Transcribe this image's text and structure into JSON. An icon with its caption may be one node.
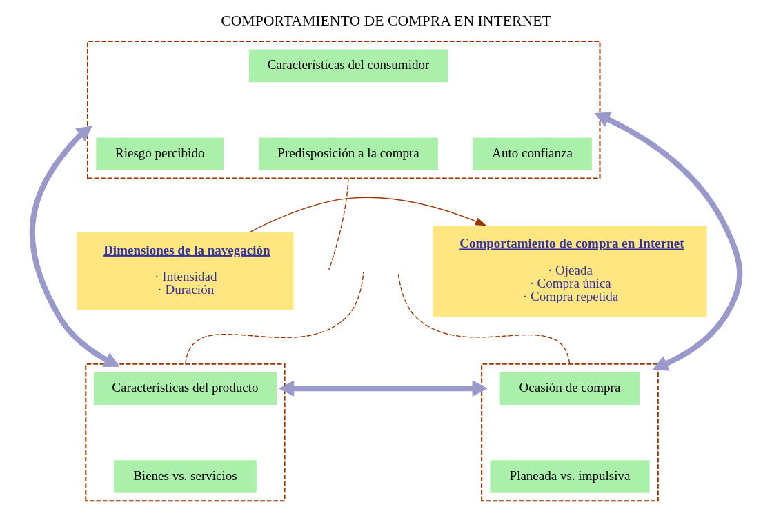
{
  "diagram": {
    "title": "COMPORTAMIENTO DE COMPRA EN INTERNET",
    "nodes": [
      {
        "text": [],
        "shape": "box"
      },
      {
        "text": [
          "Características del consumidor"
        ],
        "in": 0
      },
      {
        "text": [
          "Riesgo percibido"
        ],
        "in": 0
      },
      {
        "text": [
          "Predisposición a la compra"
        ],
        "in": 0
      },
      {
        "text": [
          "Auto confianza"
        ],
        "in": 0
      },
      {
        "text": [
          "Dimensiones de la navegación",
          "· Intensidad",
          "· Duración"
        ]
      },
      {
        "text": [
          "Comportamiento de compra en Internet",
          "· Ojeada",
          "· Compra única",
          "· Compra repetida"
        ]
      },
      {
        "text": [],
        "shape": "box"
      },
      {
        "text": [
          "Características del producto"
        ],
        "in": 7
      },
      {
        "text": [
          "Bienes vs. servicios"
        ],
        "in": 7
      },
      {
        "text": [],
        "shape": "box"
      },
      {
        "text": [
          "Ocasión de compra"
        ],
        "in": 10
      },
      {
        "text": [
          "Planeada vs. impulsiva"
        ],
        "in": 10
      }
    ],
    "edges": [
      {
        "from": 0,
        "to": 7,
        "arrow": "both",
        "style": "thick",
        "color": "#9999cc"
      },
      {
        "from": 0,
        "to": 10,
        "arrow": "both",
        "style": "thick",
        "color": "#9999cc"
      },
      {
        "from": 7,
        "to": 10,
        "arrow": "both",
        "style": "thick",
        "color": "#9999cc"
      },
      {
        "from": 5,
        "to": 6,
        "arrow": "to",
        "color": "#993300"
      },
      {
        "from": 0,
        "to": null,
        "arrow": "none",
        "style": "dashed",
        "color": "#993300"
      },
      {
        "from": 7,
        "to": null,
        "arrow": "none",
        "style": "dashed",
        "color": "#993300"
      },
      {
        "from": 10,
        "to": null,
        "arrow": "none",
        "style": "dashed",
        "color": "#993300"
      }
    ]
  }
}
